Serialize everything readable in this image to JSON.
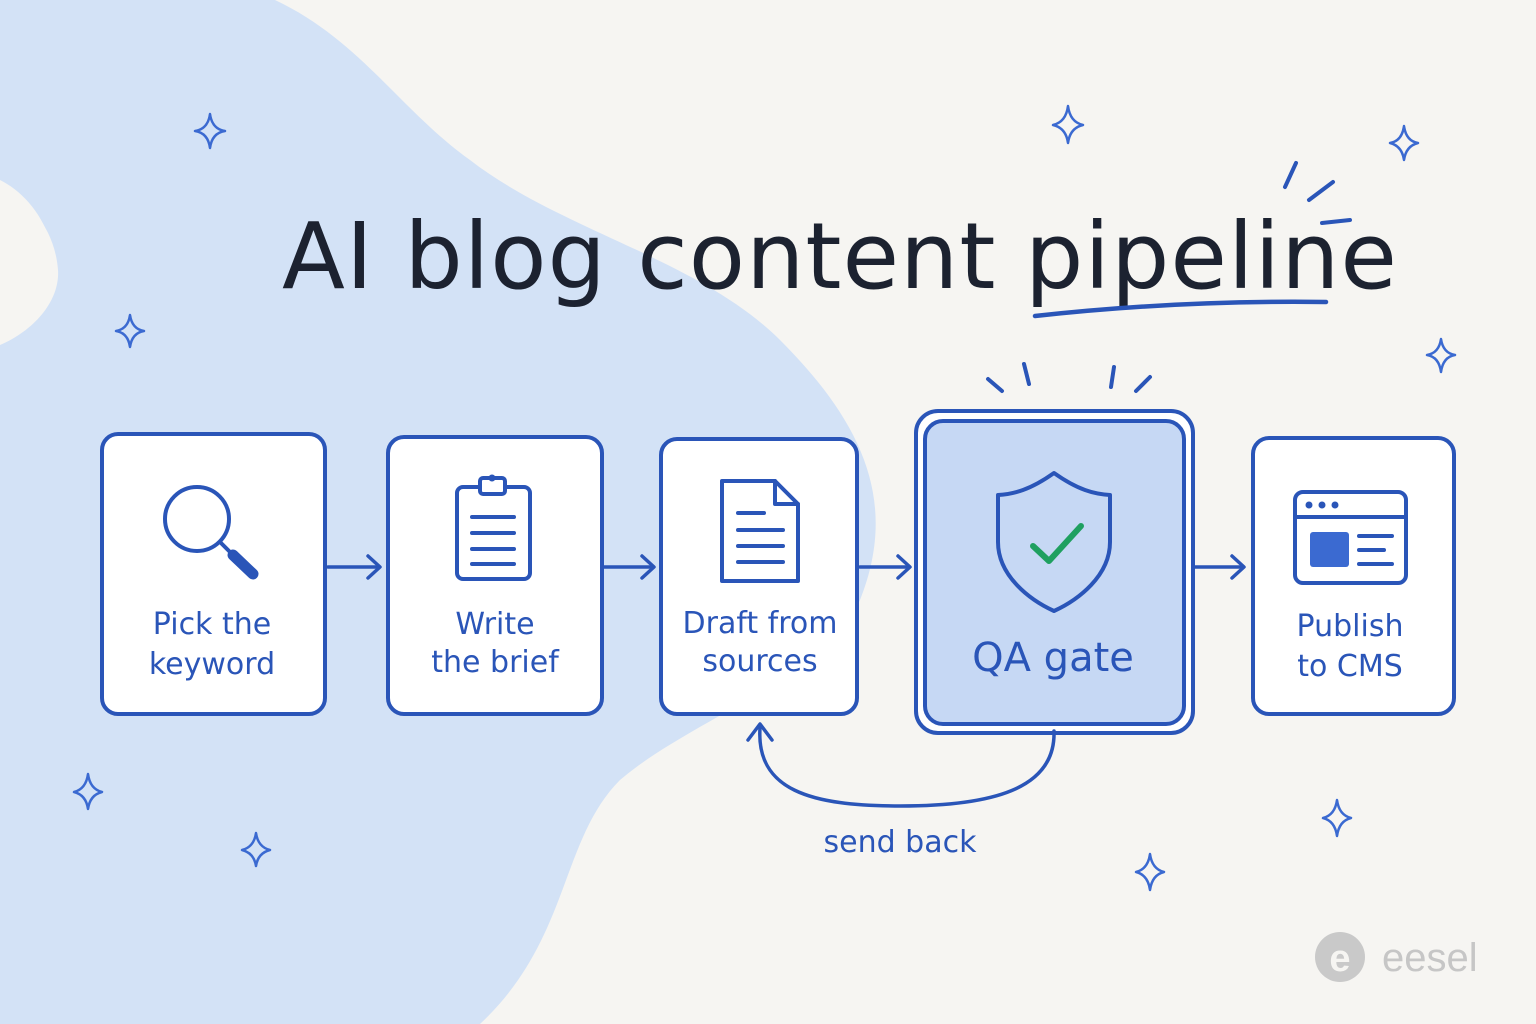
{
  "title": {
    "text_main": "AI blog content",
    "text_emphasis": "pipeline"
  },
  "steps": [
    {
      "id": "keyword",
      "icon": "magnifier-icon",
      "line1": "Pick the",
      "line2": "keyword"
    },
    {
      "id": "brief",
      "icon": "clipboard-icon",
      "line1": "Write",
      "line2": "the brief"
    },
    {
      "id": "draft",
      "icon": "document-icon",
      "line1": "Draft from",
      "line2": "sources"
    },
    {
      "id": "qa",
      "icon": "shield-check-icon",
      "line1": "QA gate",
      "line2": ""
    },
    {
      "id": "publish",
      "icon": "browser-window-icon",
      "line1": "Publish",
      "line2": "to CMS"
    }
  ],
  "loop": {
    "label": "send back",
    "from": "QA gate",
    "to": "Draft from sources"
  },
  "brand": {
    "name": "eesel",
    "logo_letter": "e"
  },
  "colors": {
    "accent": "#2a55b8",
    "highlight_fill": "#c6d8f4",
    "check_green": "#1fa060",
    "background": "#f6f5f2",
    "blob": "#d3e2f6",
    "title": "#1c2230",
    "brand_gray": "#c6c6c6"
  }
}
